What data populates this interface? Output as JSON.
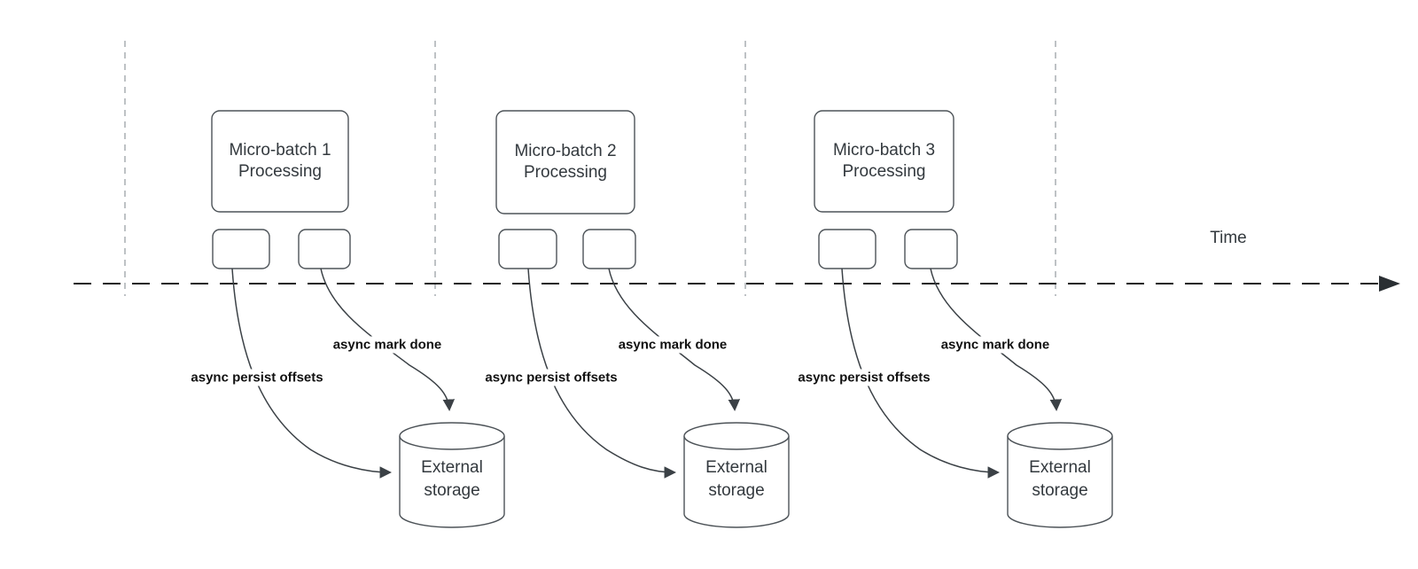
{
  "diagram": {
    "time_label": "Time",
    "groups": [
      {
        "batch_label_line1": "Micro-batch 1",
        "batch_label_line2": "Processing",
        "persist_arrow_label": "async persist offsets",
        "mark_arrow_label": "async mark done",
        "storage_label_line1": "External",
        "storage_label_line2": "storage"
      },
      {
        "batch_label_line1": "Micro-batch 2",
        "batch_label_line2": "Processing",
        "persist_arrow_label": "async persist offsets",
        "mark_arrow_label": "async mark done",
        "storage_label_line1": "External",
        "storage_label_line2": "storage"
      },
      {
        "batch_label_line1": "Micro-batch 3",
        "batch_label_line2": "Processing",
        "persist_arrow_label": "async persist offsets",
        "mark_arrow_label": "async mark done",
        "storage_label_line1": "External",
        "storage_label_line2": "storage"
      }
    ],
    "colors": {
      "background": "#ffffff",
      "shape_stroke": "#4d5358",
      "curve_stroke": "#3b4146",
      "timeline_stroke": "#1f1f1f",
      "gridline_stroke": "#a9adb2",
      "text": "#33393e",
      "bold_label_text": "#111111"
    }
  }
}
